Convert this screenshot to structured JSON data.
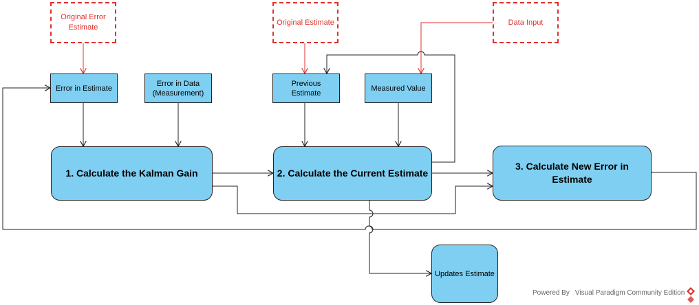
{
  "initial_nodes": {
    "original_error_estimate": "Original Error\nEstimate",
    "original_estimate": "Original Estimate",
    "data_input": "Data Input"
  },
  "input_nodes": {
    "error_in_estimate": "Error in Estimate",
    "error_in_data": "Error in Data\n(Measurement)",
    "previous_estimate": "Previous\nEstimate",
    "measured_value": "Measured Value"
  },
  "process_nodes": {
    "kalman_gain": "1. Calculate the Kalman Gain",
    "current_estimate": "2. Calculate the Current Estimate",
    "new_error": "3. Calculate New Error in\nEstimate"
  },
  "output_nodes": {
    "updates_estimate": "Updates Estimate"
  },
  "footer": {
    "powered_by": "Powered By",
    "product": "Visual Paradigm Community Edition"
  },
  "colors": {
    "node_fill": "#7fcff2",
    "dashed_border": "#e0302c",
    "edge": "#222222",
    "logo": "#d8322b"
  }
}
